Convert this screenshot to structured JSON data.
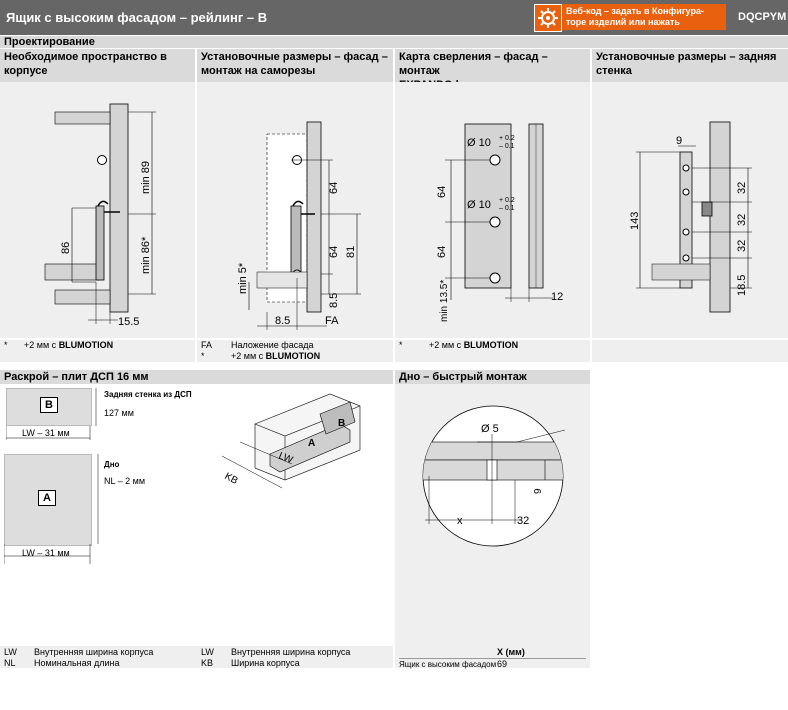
{
  "header": {
    "title": "Ящик с высоким фасадом – рейлинг – B",
    "config_line1": "Веб-код – задать в Конфигура-",
    "config_line2": "торе изделий или нажать",
    "code": "DQCPYM",
    "accent_color": "#e9600e",
    "icon": "gear-icon"
  },
  "section1": {
    "bar": "Проектирование",
    "col1": {
      "line1": "Необходимое пространство в",
      "line2": "корпусе"
    },
    "col2": {
      "line1": "Установочные размеры – фасад –",
      "line2": "монтаж на саморезы"
    },
    "col3": {
      "line1": "Карта сверления – фасад – монтаж",
      "line2": "EXPANDO | под пресс"
    },
    "col4": {
      "line1": "Установочные размеры – задняя",
      "line2": "стенка"
    }
  },
  "d1": {
    "min89": "min 89",
    "min86": "min 86*",
    "v86": "86",
    "v15_5": "15.5"
  },
  "d2": {
    "v64a": "64",
    "v64b": "64",
    "v81": "81",
    "v8_5a": "8.5",
    "min5": "min 5*",
    "v8_5b": "8.5",
    "fa": "FA"
  },
  "d3": {
    "dia": "Ø 10",
    "tol_plus": "+ 0.2",
    "tol_minus": "– 0.1",
    "v64a": "64",
    "v64b": "64",
    "min13_5": "min 13.5*",
    "v12": "12"
  },
  "d4": {
    "v9": "9",
    "v143": "143",
    "v32a": "32",
    "v32b": "32",
    "v32c": "32",
    "v18_5": "18.5"
  },
  "notes1": {
    "c1_mark": "*",
    "c1_text": "+2 мм с",
    "c1_bold": "BLUMOTION",
    "c2_fa": "FA",
    "c2_fa_text": "Наложение фасада",
    "c2_mark": "*",
    "c2_text": "+2 мм с",
    "c2_bold": "BLUMOTION",
    "c3_mark": "*",
    "c3_text": "+2 мм с",
    "c3_bold": "BLUMOTION"
  },
  "section2": {
    "bar_left": "Раскрой – плит ДСП 16 мм",
    "bar_right": "Дно – быстрый монтаж"
  },
  "cut": {
    "b_label": "B",
    "b_title": "Задняя стенка из ДСП",
    "b_size": "127 мм",
    "b_dim": "LW – 31 мм",
    "a_label": "A",
    "a_title": "Дно",
    "a_size": "NL – 2 мм",
    "a_dim": "LW – 31 мм"
  },
  "iso": {
    "lw": "LW",
    "kb": "KB",
    "a": "A",
    "b": "B"
  },
  "quick": {
    "dia": "Ø 5",
    "v9": "9",
    "x": "x",
    "v32": "32"
  },
  "legend": {
    "lw": "LW",
    "lw_text": "Внутренняя ширина корпуса",
    "nl": "NL",
    "nl_text": "Номинальная длина",
    "lw2": "LW",
    "lw2_text": "Внутренняя ширина корпуса",
    "kb": "KB",
    "kb_text": "Ширина корпуса",
    "x_head": "X (мм)",
    "row_label": "Ящик с высоким фасадом",
    "row_value": "69"
  }
}
